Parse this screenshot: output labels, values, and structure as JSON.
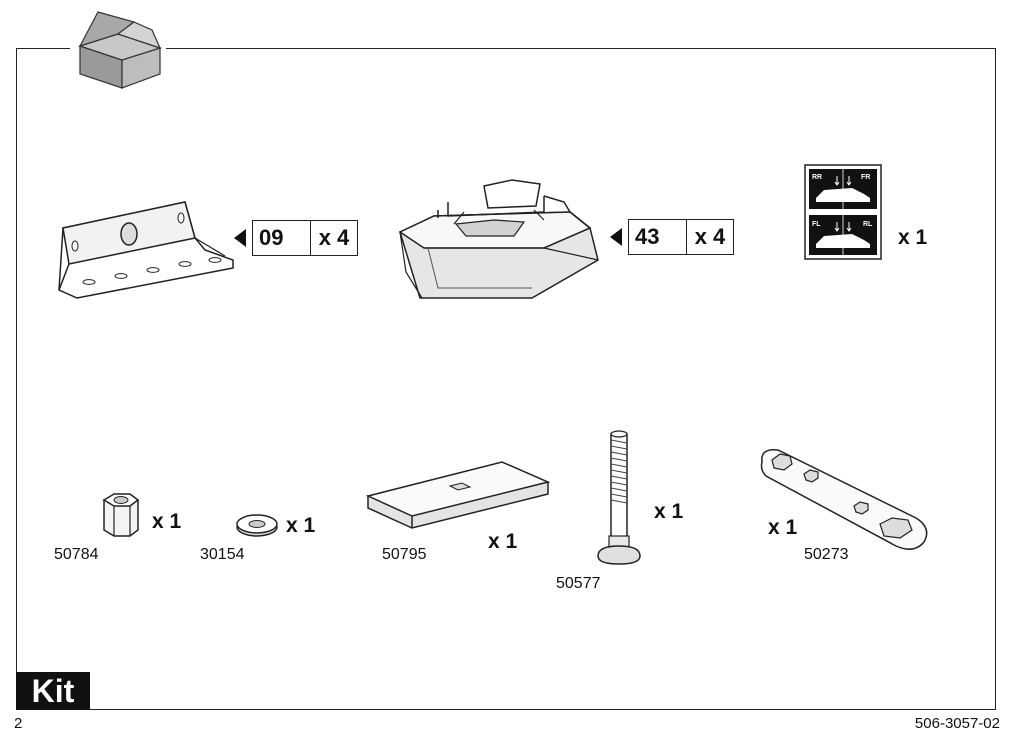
{
  "top_row": [
    {
      "icon": "mounting-bracket",
      "code": "09",
      "qty": "x 4"
    },
    {
      "icon": "foot-base",
      "code": "43",
      "qty": "x 4"
    },
    {
      "icon": "position-stickers",
      "qty": "x 1",
      "sticker_labels": [
        "RR",
        "FR",
        "FL",
        "RL"
      ]
    }
  ],
  "bottom_row": [
    {
      "icon": "hex-nut",
      "part": "50784",
      "qty": "x 1"
    },
    {
      "icon": "washer",
      "part": "30154",
      "qty": "x 1"
    },
    {
      "icon": "rubber-pad",
      "part": "50795",
      "qty": "x 1"
    },
    {
      "icon": "carriage-bolt",
      "part": "50577",
      "qty": "x 1"
    },
    {
      "icon": "hex-wrench",
      "part": "50273",
      "qty": "x 1"
    }
  ],
  "footer": {
    "kit_label": "Kit",
    "page": "2",
    "doc_number": "506-3057-02"
  }
}
